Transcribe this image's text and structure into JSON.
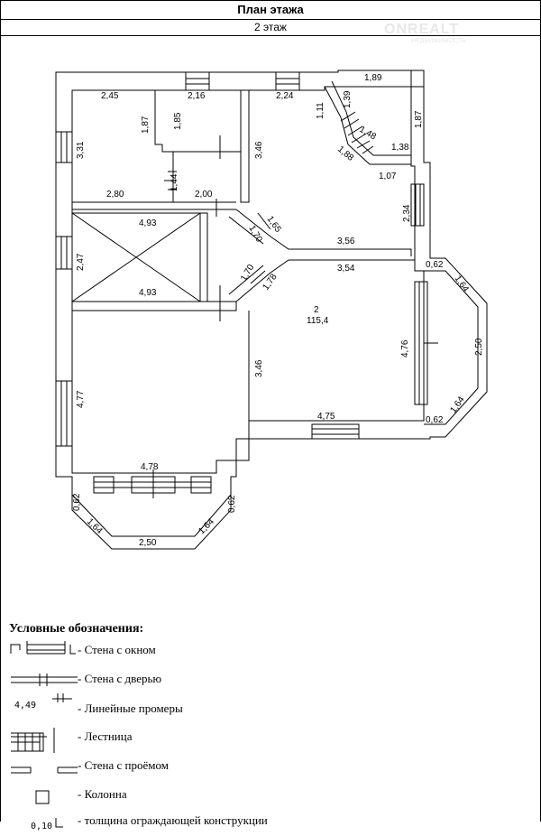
{
  "header": {
    "title": "План этажа",
    "floor": "2 этаж"
  },
  "watermark": {
    "brand": "ONREALT",
    "tagline": "НЕДВИЖИМОСТЬ"
  },
  "room": {
    "number": "2",
    "area": "115,4"
  },
  "dims": {
    "d245": "2,45",
    "d216": "2,16",
    "d224": "2,24",
    "d189": "1,89",
    "d187a": "1,87",
    "d185": "1,85",
    "d139": "1,39",
    "d111": "1,11",
    "d148": "1,48",
    "d187b": "1,87",
    "d331": "3,31",
    "d346a": "3,46",
    "d188": "1,88",
    "d138": "1,38",
    "d107": "1,07",
    "d144": "1,44",
    "d280": "2,80",
    "d200": "2,00",
    "d234": "2,34",
    "d493a": "4,93",
    "d165": "1,65",
    "d170a": "1,70",
    "d356": "3,56",
    "d247": "2,47",
    "d170b": "1,70",
    "d354": "3,54",
    "d062a": "0,62",
    "d164a": "1,64",
    "d493b": "4,93",
    "d178": "1,78",
    "d476": "4,76",
    "d250a": "2,50",
    "d346b": "3,46",
    "d477": "4,77",
    "d475": "4,75",
    "d062b": "0,62",
    "d164b": "1,64",
    "d478": "4,78",
    "d062c": "0,62",
    "d062d": "0,62",
    "d164c": "1,64",
    "d164d": "1,64",
    "d250b": "2,50"
  },
  "legend": {
    "title": "Условные обозначения:",
    "items": [
      "- Стена с окном",
      "- Стена с дверью",
      "- Линейные промеры",
      "- Лестница",
      "- Стена с проёмом",
      "- Колонна",
      "- толщина ограждающей конструкции"
    ],
    "sample_measure": "4,49",
    "sample_thickness": "0,10"
  }
}
